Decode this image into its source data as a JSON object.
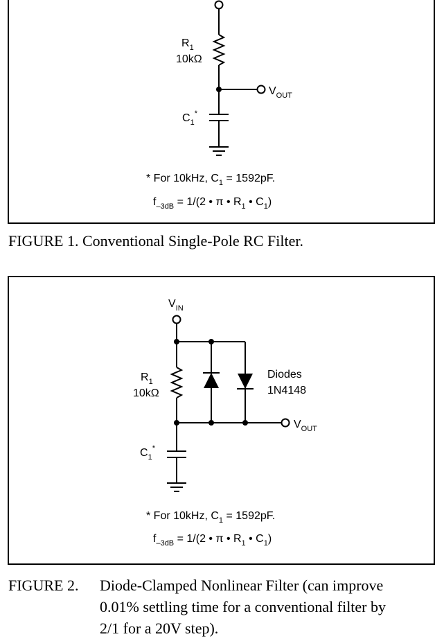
{
  "figure1": {
    "caption_num": "FIGURE 1.",
    "caption_text": "Conventional Single-Pole RC Filter.",
    "r_label": "R",
    "r_sub": "1",
    "r_value": "10kΩ",
    "c_label": "C",
    "c_sub": "1",
    "c_star": "*",
    "vout": "V",
    "vout_sub": "OUT",
    "note_pre": "* For 10kHz, C",
    "note_sub": "1",
    "note_post": " = 1592pF.",
    "f_label": "f",
    "f_sub": "–3dB",
    "f_eq_a": " = 1/(2 • π • R",
    "f_eq_b": " • C",
    "f_eq_c": ")",
    "f_r_sub": "1",
    "f_c_sub": "1"
  },
  "figure2": {
    "caption_num": "FIGURE 2.",
    "caption_lines": [
      "Diode-Clamped Nonlinear Filter (can improve",
      "0.01% settling time for a conventional filter by",
      "2/1 for a 20V step)."
    ],
    "vin": "V",
    "vin_sub": "IN",
    "r_label": "R",
    "r_sub": "1",
    "r_value": "10kΩ",
    "c_label": "C",
    "c_sub": "1",
    "c_star": "*",
    "diodes_title": "Diodes",
    "diodes_part": "1N4148",
    "vout": "V",
    "vout_sub": "OUT",
    "note_pre": "* For 10kHz, C",
    "note_sub": "1",
    "note_post": " = 1592pF.",
    "f_label": "f",
    "f_sub": "–3dB",
    "f_eq_a": " = 1/(2 • π • R",
    "f_eq_b": " • C",
    "f_eq_c": ")",
    "f_r_sub": "1",
    "f_c_sub": "1"
  }
}
